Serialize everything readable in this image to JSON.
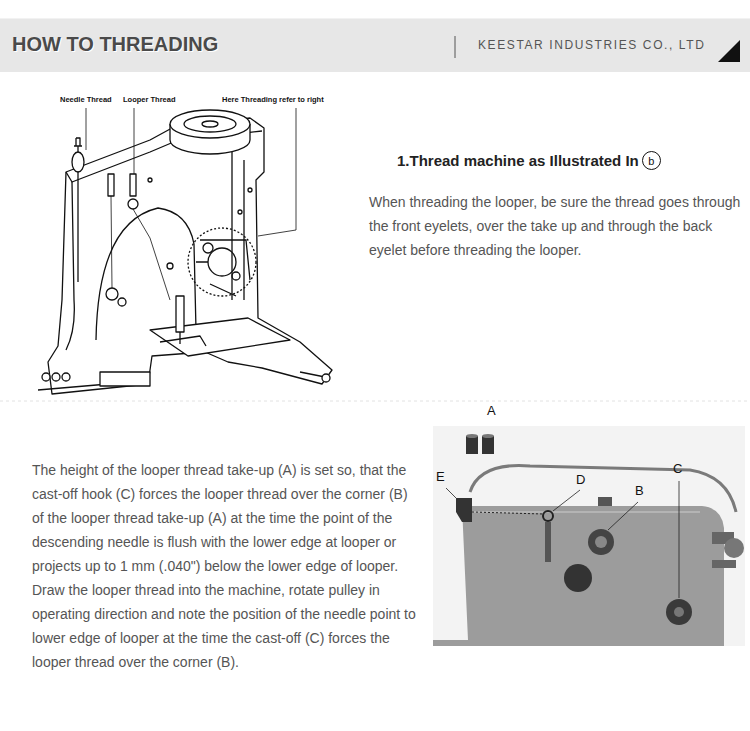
{
  "diagram": {
    "nodes": [
      {
        "text": [
          "HOW TO THREADING",
          "KEESTAR INDUSTRIES CO., LTD"
        ]
      },
      {
        "text": [
          "b"
        ]
      }
    ],
    "labels": [
      "Needle Thread",
      "Looper Thread",
      "Here Threading refer to right",
      "1.Thread machine as Illustrated In",
      "When threading the looper, be sure the thread goes through the front eyelets, over the take up and through the back eyelet before threading the looper.",
      "A",
      "E",
      "D",
      "B",
      "C",
      "The height of the looper thread take-up (A) is set so, that the cast-off hook (C) forces the looper thread over the corner (B) of the looper thread take-up (A) at the time the point of the descending needle is flush with the lower edge at looper or projects up to 1 mm (.040\") below the lower edge of looper. Draw the looper thread into the machine, rotate pulley in operating direction and note the position of the needle point to lower edge of looper at the time the cast-off (C) forces the looper thread over the corner (B)."
    ]
  }
}
